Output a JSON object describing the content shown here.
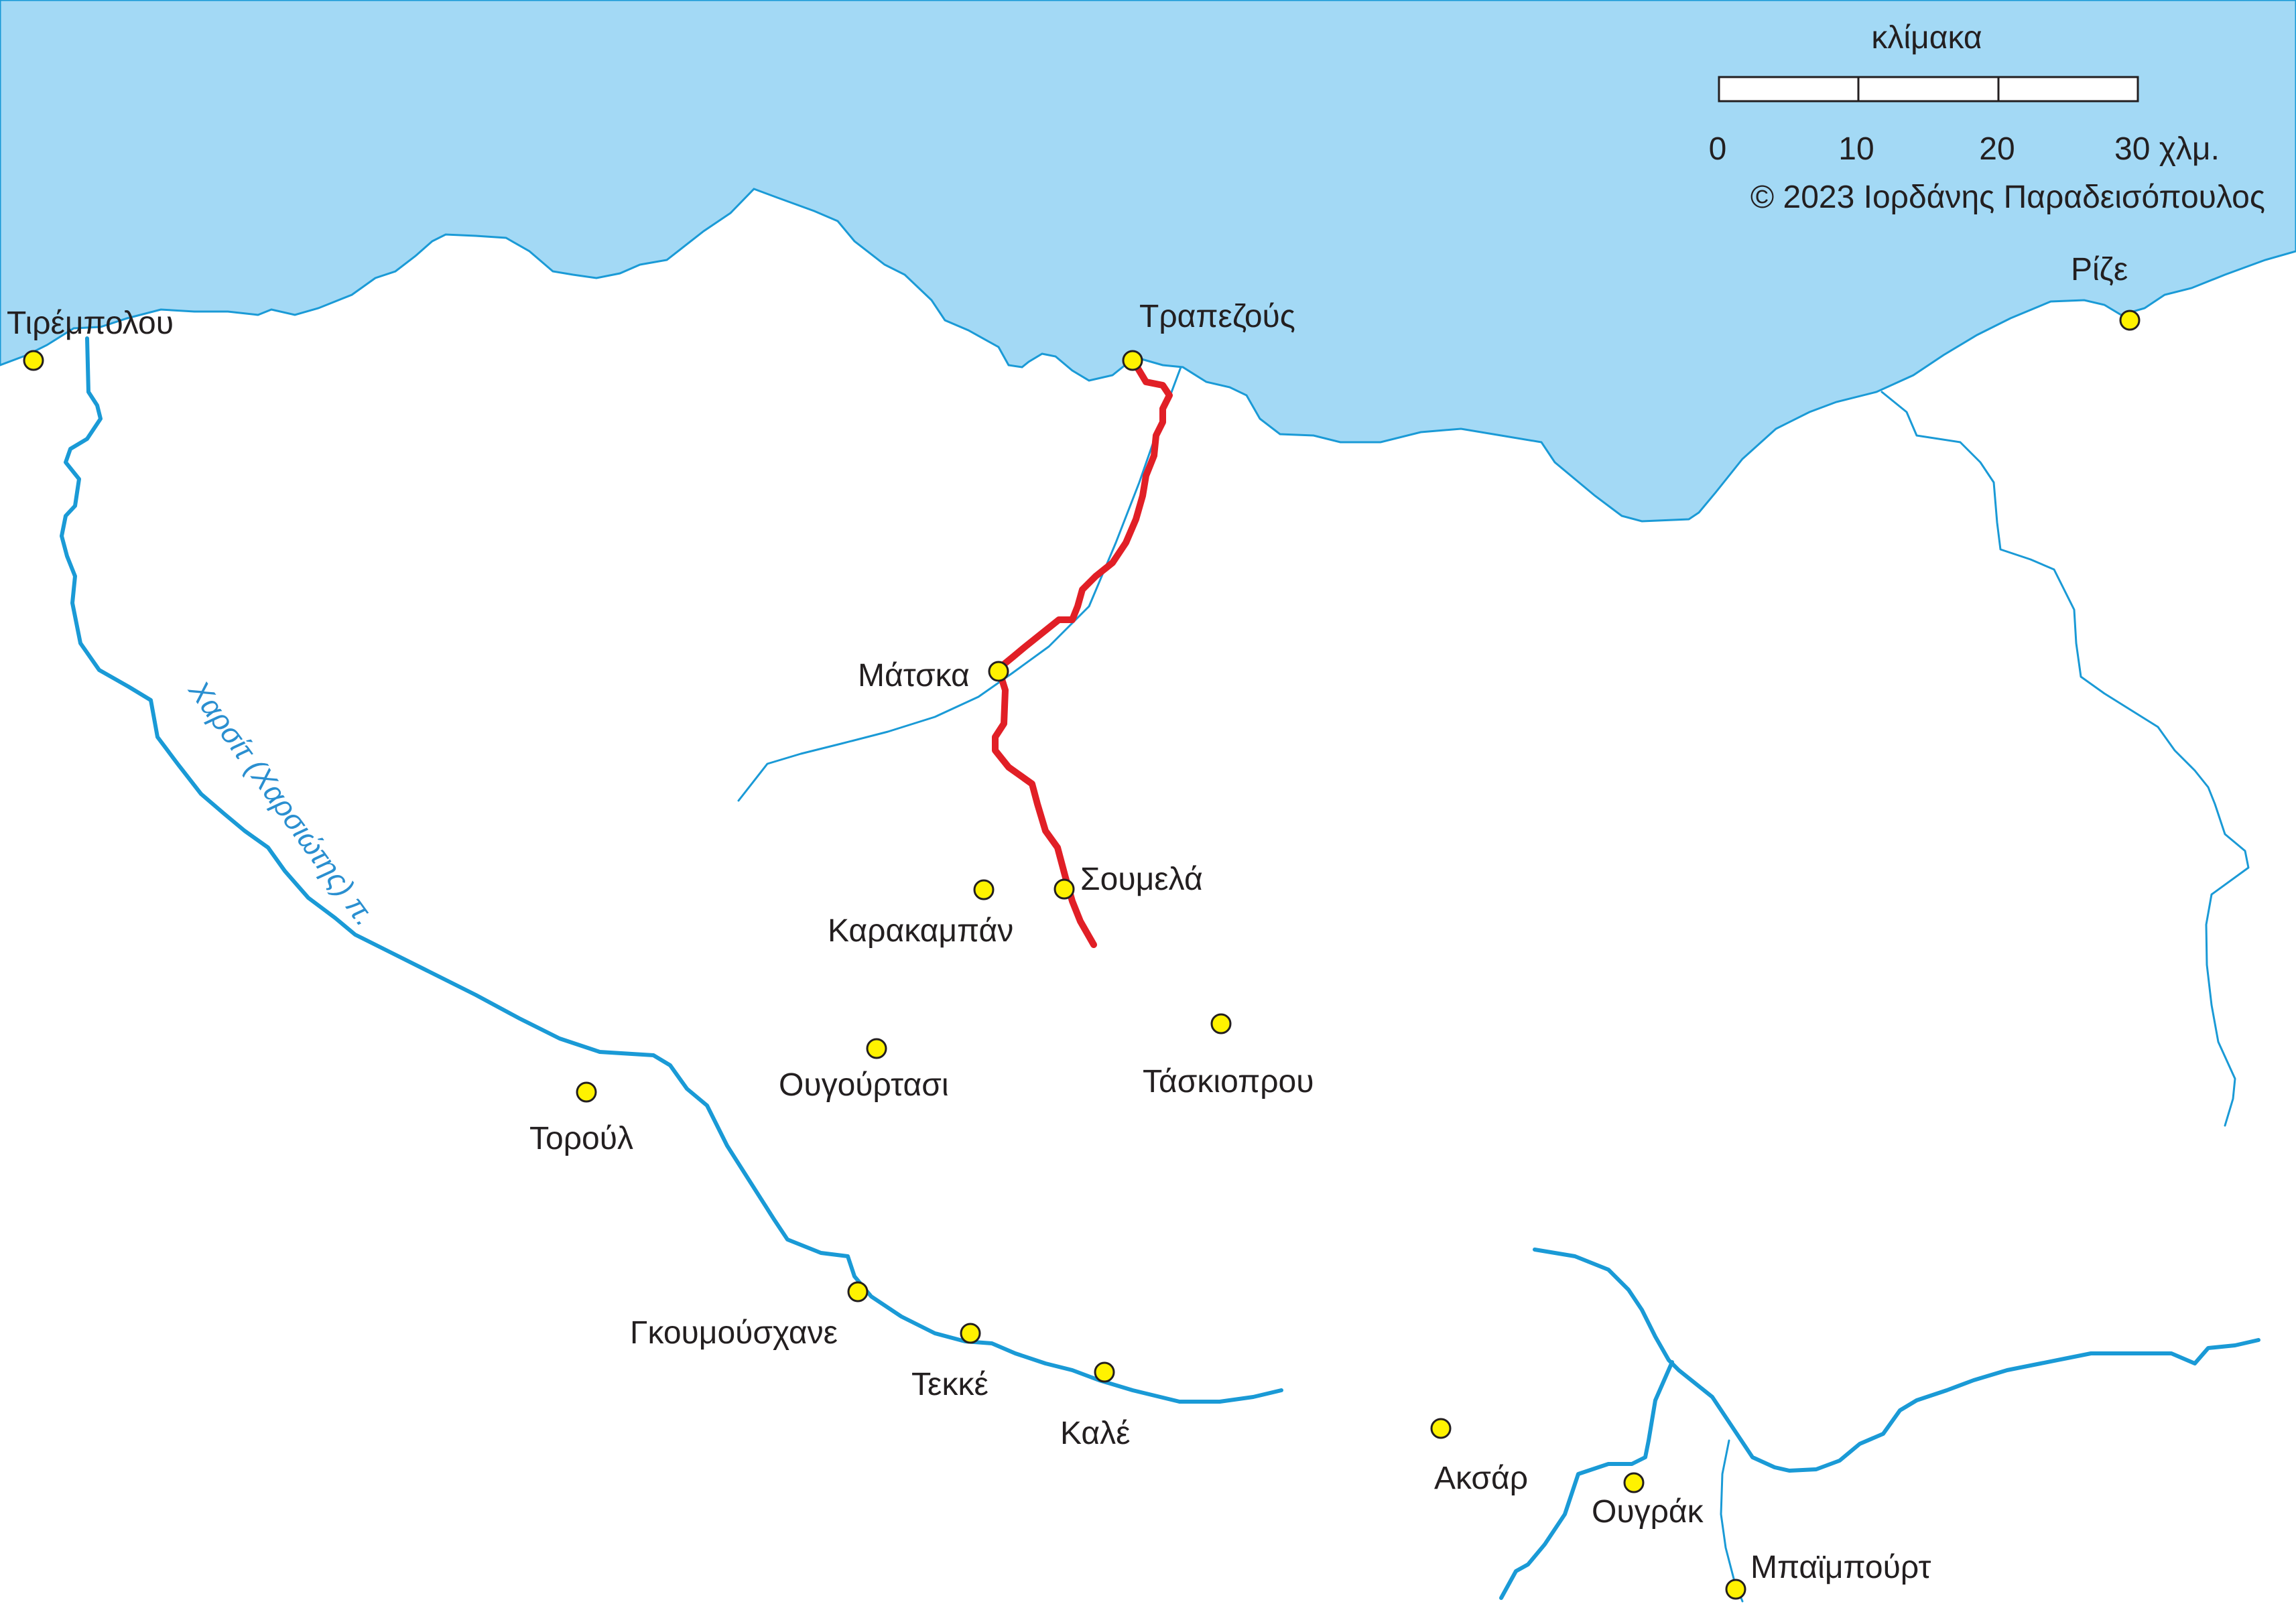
{
  "map": {
    "background_color": "#ffffff",
    "sea_color": "#a3d9f5",
    "river_color": "#1a9ad6",
    "route_color": "#e11f26",
    "place_marker_color": "#fff200"
  },
  "scale": {
    "title": "κλίμακα",
    "ticks": [
      "0",
      "10",
      "20",
      "30 χλμ."
    ],
    "copyright": "© 2023 Ιορδάνης Παραδεισόπουλος"
  },
  "river_label": "Χαρσίτ (Χαρσιώτης) π.",
  "places": [
    {
      "id": "tirempolou",
      "name": "Τιρέμπολου"
    },
    {
      "id": "trapezous",
      "name": "Τραπεζούς"
    },
    {
      "id": "rize",
      "name": "Ρίζε"
    },
    {
      "id": "matska",
      "name": "Μάτσκα"
    },
    {
      "id": "soumela",
      "name": "Σουμελά"
    },
    {
      "id": "karakampan",
      "name": "Καρακαμπάν"
    },
    {
      "id": "ougourtasi",
      "name": "Ουγούρτασι"
    },
    {
      "id": "taskioprou",
      "name": "Τάσκιοπρου"
    },
    {
      "id": "toroul",
      "name": "Τορούλ"
    },
    {
      "id": "gkoumouschane",
      "name": "Γκουμούσχανε"
    },
    {
      "id": "tekke",
      "name": "Τεκκέ"
    },
    {
      "id": "kale",
      "name": "Καλέ"
    },
    {
      "id": "aksar",
      "name": "Ακσάρ"
    },
    {
      "id": "ougrak",
      "name": "Ουγράκ"
    },
    {
      "id": "mpaimpourt",
      "name": "Μπαϊμπούρτ"
    }
  ]
}
